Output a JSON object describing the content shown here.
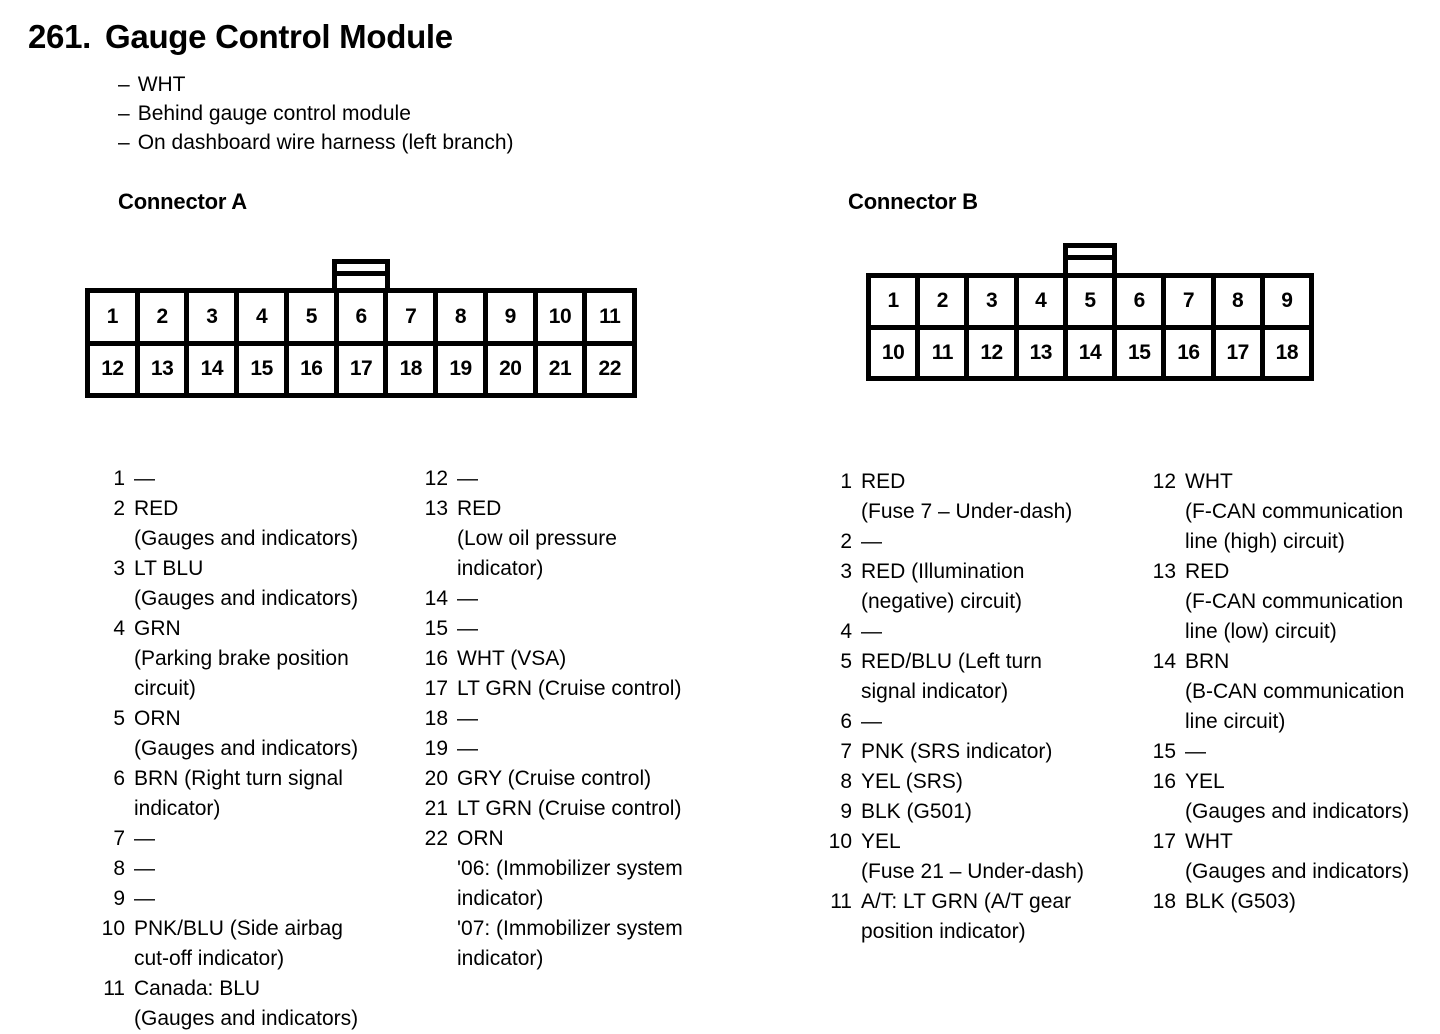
{
  "header": {
    "number": "261.",
    "title": "Gauge Control Module",
    "bullets": [
      "WHT",
      "Behind gauge control module",
      "On dashboard wire harness (left branch)"
    ],
    "dash": "–"
  },
  "connectors": [
    {
      "id": "a",
      "heading": "Connector A",
      "columns": 11,
      "tab_over_column": 6,
      "rows": [
        [
          "1",
          "2",
          "3",
          "4",
          "5",
          "6",
          "7",
          "8",
          "9",
          "10",
          "11"
        ],
        [
          "12",
          "13",
          "14",
          "15",
          "16",
          "17",
          "18",
          "19",
          "20",
          "21",
          "22"
        ]
      ],
      "pin_list_left": [
        {
          "no": "1",
          "desc": "—"
        },
        {
          "no": "2",
          "desc": "RED\n(Gauges and indicators)"
        },
        {
          "no": "3",
          "desc": "LT BLU\n(Gauges and indicators)"
        },
        {
          "no": "4",
          "desc": "GRN\n(Parking brake position\ncircuit)"
        },
        {
          "no": "5",
          "desc": "ORN\n(Gauges and indicators)"
        },
        {
          "no": "6",
          "desc": "BRN (Right turn signal\nindicator)"
        },
        {
          "no": "7",
          "desc": "—"
        },
        {
          "no": "8",
          "desc": "—"
        },
        {
          "no": "9",
          "desc": "—"
        },
        {
          "no": "10",
          "desc": "PNK/BLU (Side airbag\ncut-off indicator)"
        },
        {
          "no": "11",
          "desc": "Canada: BLU\n(Gauges and indicators)"
        }
      ],
      "pin_list_right": [
        {
          "no": "12",
          "desc": "—"
        },
        {
          "no": "13",
          "desc": "RED\n(Low oil pressure\nindicator)"
        },
        {
          "no": "14",
          "desc": "—"
        },
        {
          "no": "15",
          "desc": "—"
        },
        {
          "no": "16",
          "desc": "WHT (VSA)"
        },
        {
          "no": "17",
          "desc": "LT GRN (Cruise control)"
        },
        {
          "no": "18",
          "desc": "—"
        },
        {
          "no": "19",
          "desc": "—"
        },
        {
          "no": "20",
          "desc": "GRY (Cruise control)"
        },
        {
          "no": "21",
          "desc": "LT GRN (Cruise control)"
        },
        {
          "no": "22",
          "desc": "ORN\n'06: (Immobilizer system\nindicator)\n'07: (Immobilizer system\nindicator)"
        }
      ]
    },
    {
      "id": "b",
      "heading": "Connector B",
      "columns": 9,
      "tab_over_column": 5,
      "rows": [
        [
          "1",
          "2",
          "3",
          "4",
          "5",
          "6",
          "7",
          "8",
          "9"
        ],
        [
          "10",
          "11",
          "12",
          "13",
          "14",
          "15",
          "16",
          "17",
          "18"
        ]
      ],
      "pin_list_left": [
        {
          "no": "1",
          "desc": "RED\n(Fuse 7 – Under-dash)"
        },
        {
          "no": "2",
          "desc": "—"
        },
        {
          "no": "3",
          "desc": "RED (Illumination\n(negative) circuit)"
        },
        {
          "no": "4",
          "desc": "—"
        },
        {
          "no": "5",
          "desc": "RED/BLU (Left turn\nsignal indicator)"
        },
        {
          "no": "6",
          "desc": "—"
        },
        {
          "no": "7",
          "desc": "PNK (SRS indicator)"
        },
        {
          "no": "8",
          "desc": "YEL (SRS)"
        },
        {
          "no": "9",
          "desc": "BLK (G501)"
        },
        {
          "no": "10",
          "desc": "YEL\n(Fuse 21 – Under-dash)"
        },
        {
          "no": "11",
          "desc": "A/T: LT GRN (A/T gear\nposition indicator)"
        }
      ],
      "pin_list_right": [
        {
          "no": "12",
          "desc": "WHT\n(F-CAN communication\nline (high) circuit)"
        },
        {
          "no": "13",
          "desc": "RED\n(F-CAN communication\nline (low) circuit)"
        },
        {
          "no": "14",
          "desc": "BRN\n(B-CAN communication\nline circuit)"
        },
        {
          "no": "15",
          "desc": "—"
        },
        {
          "no": "16",
          "desc": "YEL\n(Gauges and indicators)"
        },
        {
          "no": "17",
          "desc": "WHT\n(Gauges and indicators)"
        },
        {
          "no": "18",
          "desc": "BLK (G503)"
        }
      ]
    }
  ],
  "colors": {
    "ink": "#000000",
    "paper": "#ffffff"
  }
}
